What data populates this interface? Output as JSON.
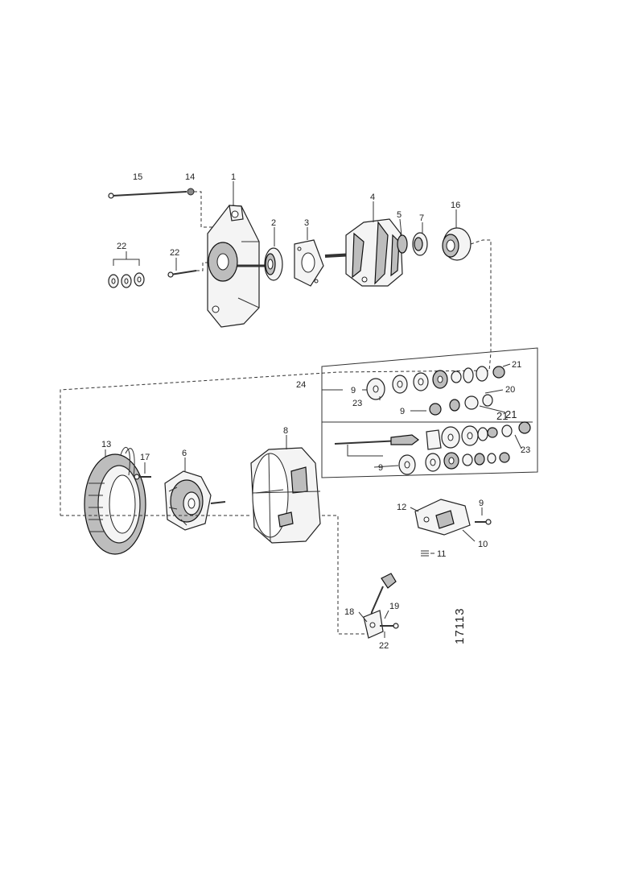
{
  "diagram": {
    "callouts": [
      "1",
      "2",
      "3",
      "4",
      "5",
      "7",
      "16",
      "15",
      "14",
      "22",
      "22",
      "24",
      "9",
      "23",
      "9",
      "20",
      "21",
      "21",
      "21",
      "9",
      "23",
      "8",
      "13",
      "17",
      "6",
      "12",
      "9",
      "10",
      "11",
      "18",
      "19",
      "22"
    ],
    "document_number": "17113"
  }
}
